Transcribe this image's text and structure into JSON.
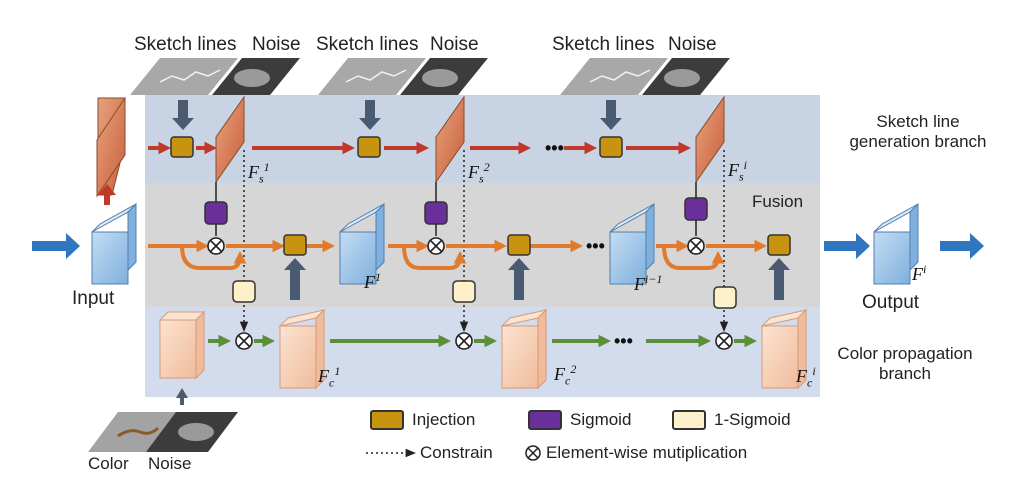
{
  "top_inputs": [
    {
      "sketch": "Sketch lines",
      "noise": "Noise"
    },
    {
      "sketch": "Sketch lines",
      "noise": "Noise"
    },
    {
      "sketch": "Sketch lines",
      "noise": "Noise"
    }
  ],
  "branches": {
    "sketch": [
      "Sketch line",
      "generation branch"
    ],
    "fusion": "Fusion",
    "color": [
      "Color propagation",
      "branch"
    ]
  },
  "io": {
    "input": "Input",
    "output": "Output"
  },
  "bottom_inputs": {
    "color": "Color",
    "noise": "Noise"
  },
  "features": {
    "sketch": [
      {
        "base": "F",
        "sub": "s",
        "sup": "1"
      },
      {
        "base": "F",
        "sub": "s",
        "sup": "2"
      },
      {
        "base": "F",
        "sub": "s",
        "sup": "i"
      }
    ],
    "fusion": [
      {
        "base": "F",
        "sub": "",
        "sup": "1"
      },
      {
        "base": "F",
        "sub": "",
        "sup": "i−1"
      },
      {
        "base": "F",
        "sub": "",
        "sup": "i"
      }
    ],
    "color": [
      {
        "base": "F",
        "sub": "c",
        "sup": "1"
      },
      {
        "base": "F",
        "sub": "c",
        "sup": "2"
      },
      {
        "base": "F",
        "sub": "c",
        "sup": "i"
      }
    ]
  },
  "legend": {
    "injection": "Injection",
    "sigmoid": "Sigmoid",
    "one_minus_sigmoid": "1-Sigmoid",
    "constrain": "Constrain",
    "elementwise": "Element-wise mutiplication"
  },
  "ellipsis": "•••",
  "colors": {
    "sketch_band": "#c8d4e3",
    "fusion_band": "#d6d6d6",
    "color_band": "#d3dcec",
    "injection": "#c8930e",
    "sigmoid": "#6a2f9a",
    "one_minus_sigmoid": "#fdf1cc",
    "red_arrow": "#c0392b",
    "orange_arrow": "#e07b2d",
    "green_arrow": "#5b8f3a",
    "blue_arrow": "#2f75bf",
    "slate_arrow": "#4a5a70",
    "sketch_feature": "#d9784a",
    "fusion_feature": "#9dc3e6",
    "color_feature": "#f6cdb3"
  }
}
